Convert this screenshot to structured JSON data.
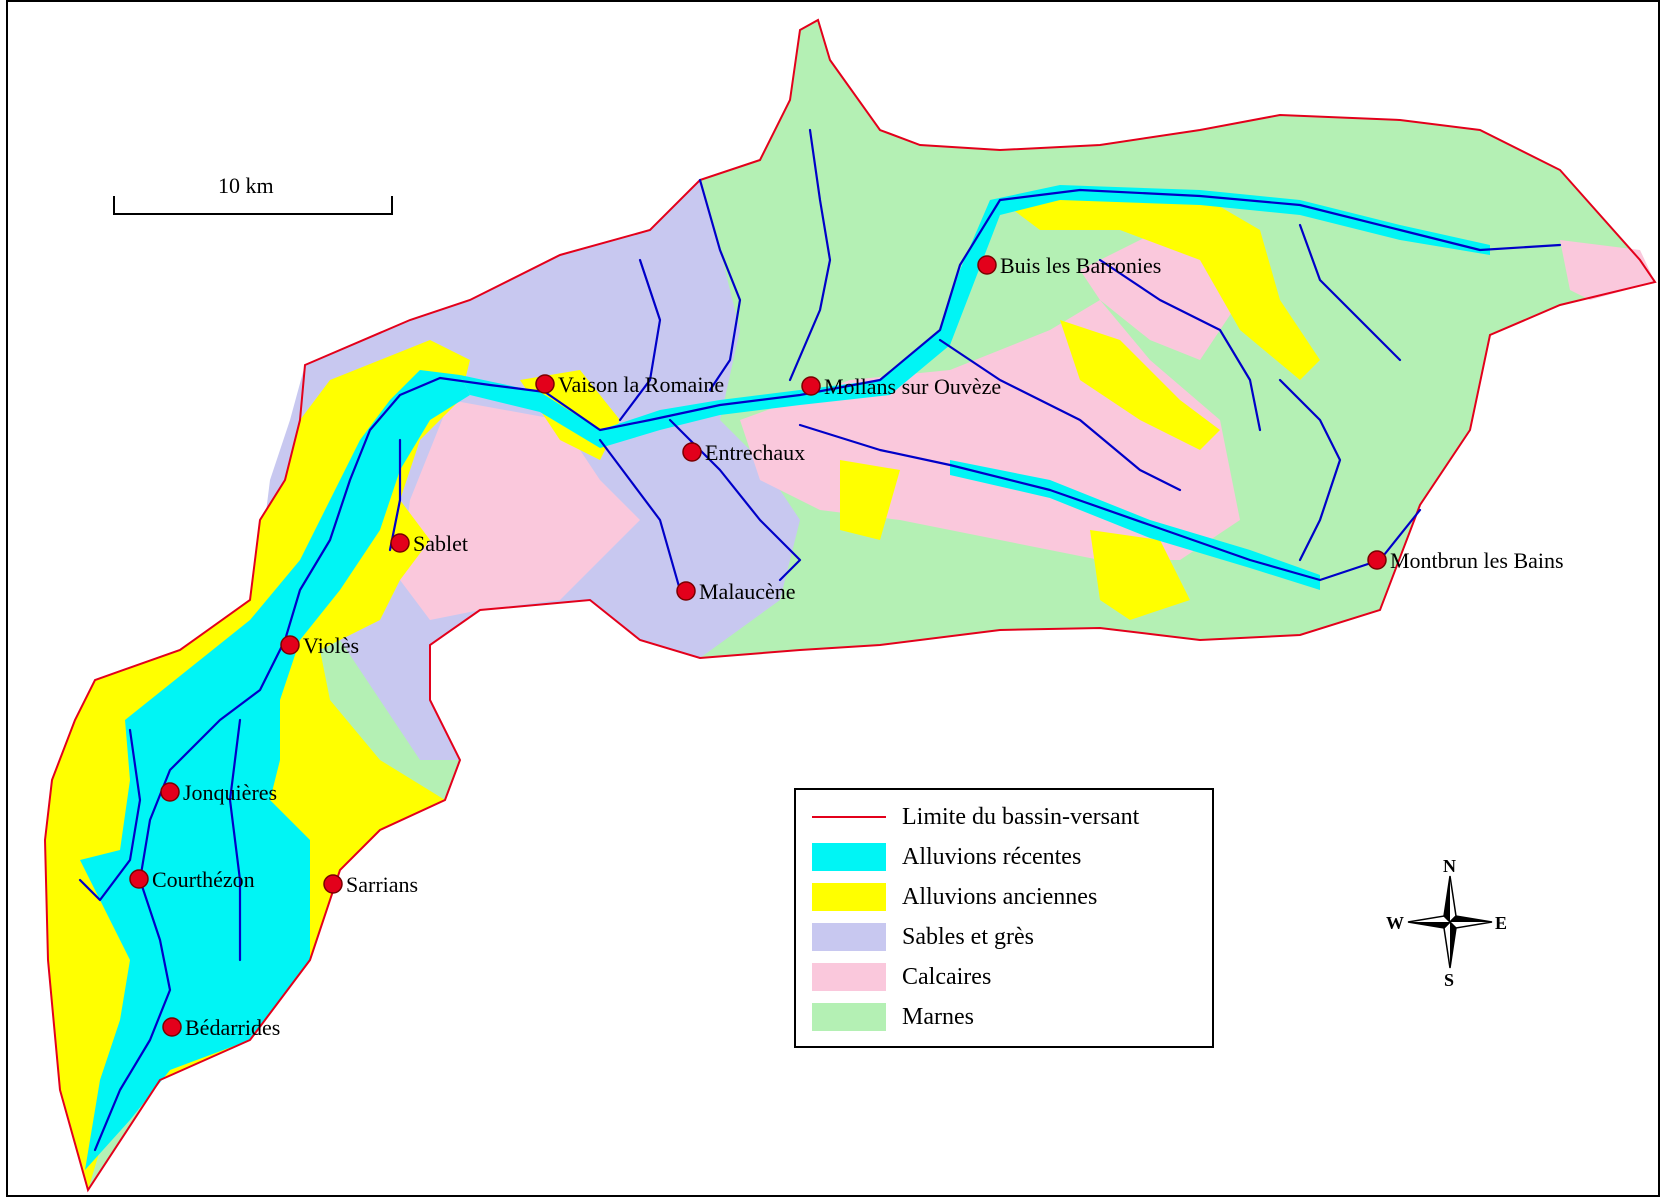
{
  "scale_bar": {
    "label": "10 km"
  },
  "towns": [
    {
      "name": "Buis les Barronies"
    },
    {
      "name": "Vaison la Romaine"
    },
    {
      "name": "Mollans sur Ouvèze"
    },
    {
      "name": "Entrechaux"
    },
    {
      "name": "Sablet"
    },
    {
      "name": "Malaucène"
    },
    {
      "name": "Montbrun les Bains"
    },
    {
      "name": "Violès"
    },
    {
      "name": "Jonquières"
    },
    {
      "name": "Courthézon"
    },
    {
      "name": "Sarrians"
    },
    {
      "name": "Bédarrides"
    }
  ],
  "legend": {
    "items": [
      {
        "label": "Limite du bassin-versant",
        "kind": "line",
        "color": "#e3001b"
      },
      {
        "label": "Alluvions récentes",
        "kind": "fill",
        "color": "#00f5f5"
      },
      {
        "label": "Alluvions anciennes",
        "kind": "fill",
        "color": "#ffff00"
      },
      {
        "label": "Sables et grès",
        "kind": "fill",
        "color": "#c8c8f0"
      },
      {
        "label": "Calcaires",
        "kind": "fill",
        "color": "#fac8dc"
      },
      {
        "label": "Marnes",
        "kind": "fill",
        "color": "#b4f0b4"
      }
    ]
  },
  "compass": {
    "n": "N",
    "s": "S",
    "e": "E",
    "w": "W"
  },
  "colors": {
    "boundary": "#e3001b",
    "river": "#0000c8",
    "town_marker": "#e3001b"
  }
}
